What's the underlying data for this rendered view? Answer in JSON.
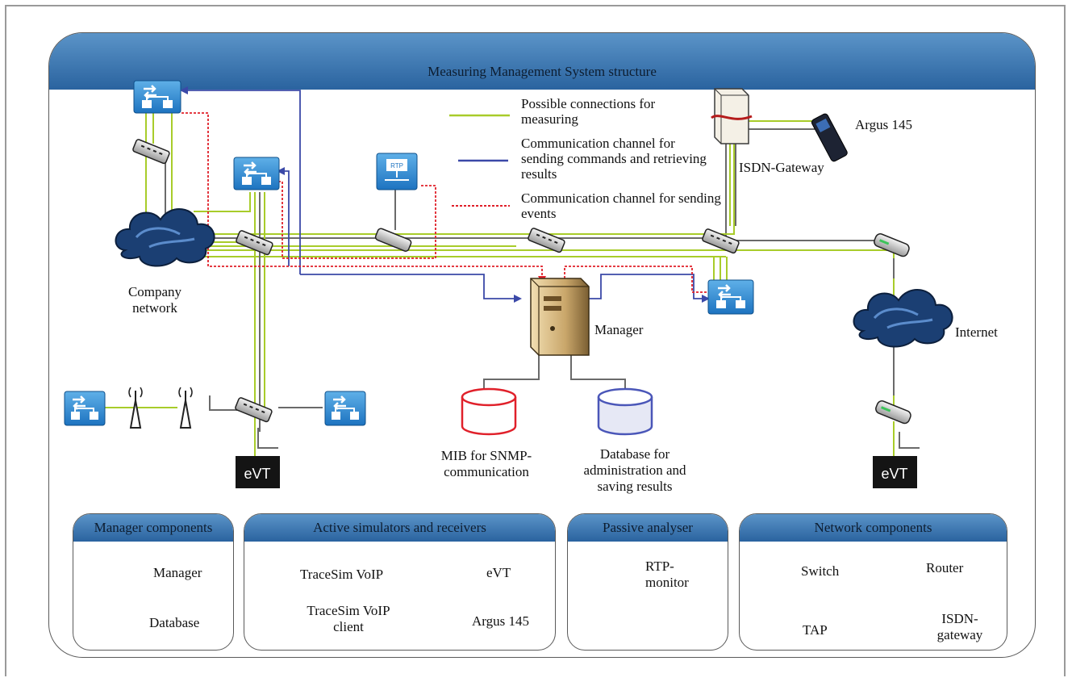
{
  "diagram": {
    "title": "Measuring Management System structure",
    "legend": {
      "measuring": "Possible connections for measuring",
      "commands": "Communication channel for sending commands and retrieving results",
      "events": "Communication channel for sending events"
    },
    "nodes": {
      "company_network": "Company network",
      "internet": "Internet",
      "manager": "Manager",
      "isdn_gateway": "ISDN-Gateway",
      "argus": "Argus 145",
      "mib": "MIB for SNMP-communication",
      "database": "Database for administration and saving results",
      "evt_text": "eVT"
    },
    "colors": {
      "measuring": "#a8cc2a",
      "commands": "#3b49a8",
      "events": "#e0202a",
      "header": "#3a78b5",
      "cloud": "#1b3f73"
    }
  },
  "panels": {
    "manager_components": {
      "title": "Manager components",
      "items": [
        "Manager",
        "Database"
      ]
    },
    "active_simulators": {
      "title": "Active simulators and receivers",
      "items": [
        "TraceSim VoIP",
        "eVT",
        "TraceSim VoIP client",
        "Argus 145"
      ]
    },
    "passive_analyser": {
      "title": "Passive analyser",
      "items": [
        "RTP-monitor"
      ]
    },
    "network_components": {
      "title": "Network components",
      "items": [
        "Switch",
        "Router",
        "TAP",
        "ISDN-gateway"
      ]
    }
  }
}
